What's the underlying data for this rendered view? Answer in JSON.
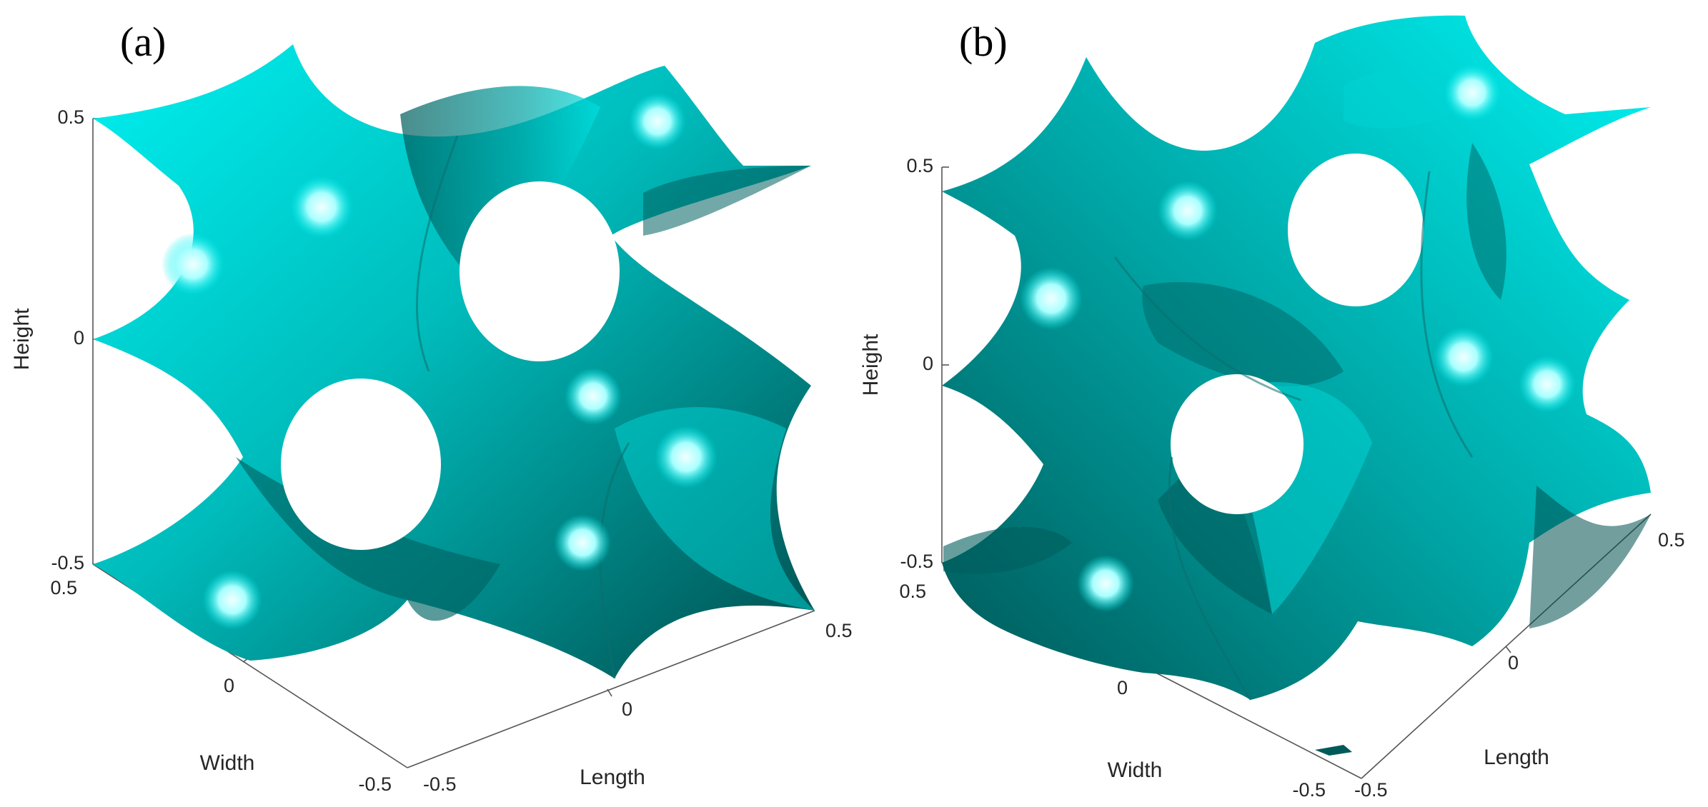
{
  "panels": [
    {
      "label": "(a)",
      "axes": {
        "height": {
          "title": "Height",
          "ticks": [
            "0.5",
            "0",
            "-0.5"
          ]
        },
        "width": {
          "title": "Width",
          "ticks": [
            "0.5",
            "0",
            "-0.5"
          ]
        },
        "length": {
          "title": "Length",
          "ticks": [
            "-0.5",
            "0",
            "0.5"
          ]
        }
      },
      "colors": {
        "surface": "#00e5e5",
        "shadow": "#005a5a",
        "highlight": "#e8ffff"
      }
    },
    {
      "label": "(b)",
      "axes": {
        "height": {
          "title": "Height",
          "ticks": [
            "0.5",
            "0",
            "-0.5"
          ]
        },
        "width": {
          "title": "Width",
          "ticks": [
            "0.5",
            "0",
            "-0.5"
          ]
        },
        "length": {
          "title": "Length",
          "ticks": [
            "-0.5",
            "0",
            "0.5"
          ]
        }
      },
      "colors": {
        "surface": "#00e5e5",
        "shadow": "#005a5a",
        "highlight": "#e8ffff"
      }
    }
  ]
}
